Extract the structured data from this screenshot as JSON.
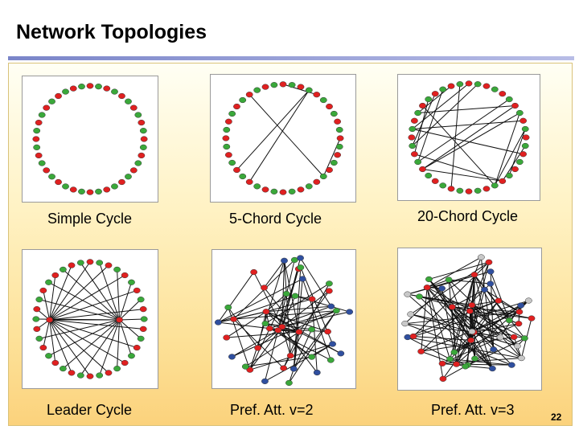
{
  "slide": {
    "title": "Network Topologies",
    "page_number": "22"
  },
  "panels": [
    {
      "label": "Simple Cycle"
    },
    {
      "label": "5-Chord Cycle"
    },
    {
      "label": "20-Chord Cycle"
    },
    {
      "label": "Leader Cycle"
    },
    {
      "label": "Pref. Att. v=2"
    },
    {
      "label": "Pref. Att. v=3"
    }
  ],
  "colors": {
    "node_red": "#e02020",
    "node_green": "#3aa83a",
    "node_blue": "#2f4f9f",
    "node_gray": "#c8c8c8",
    "edge": "#111111"
  }
}
